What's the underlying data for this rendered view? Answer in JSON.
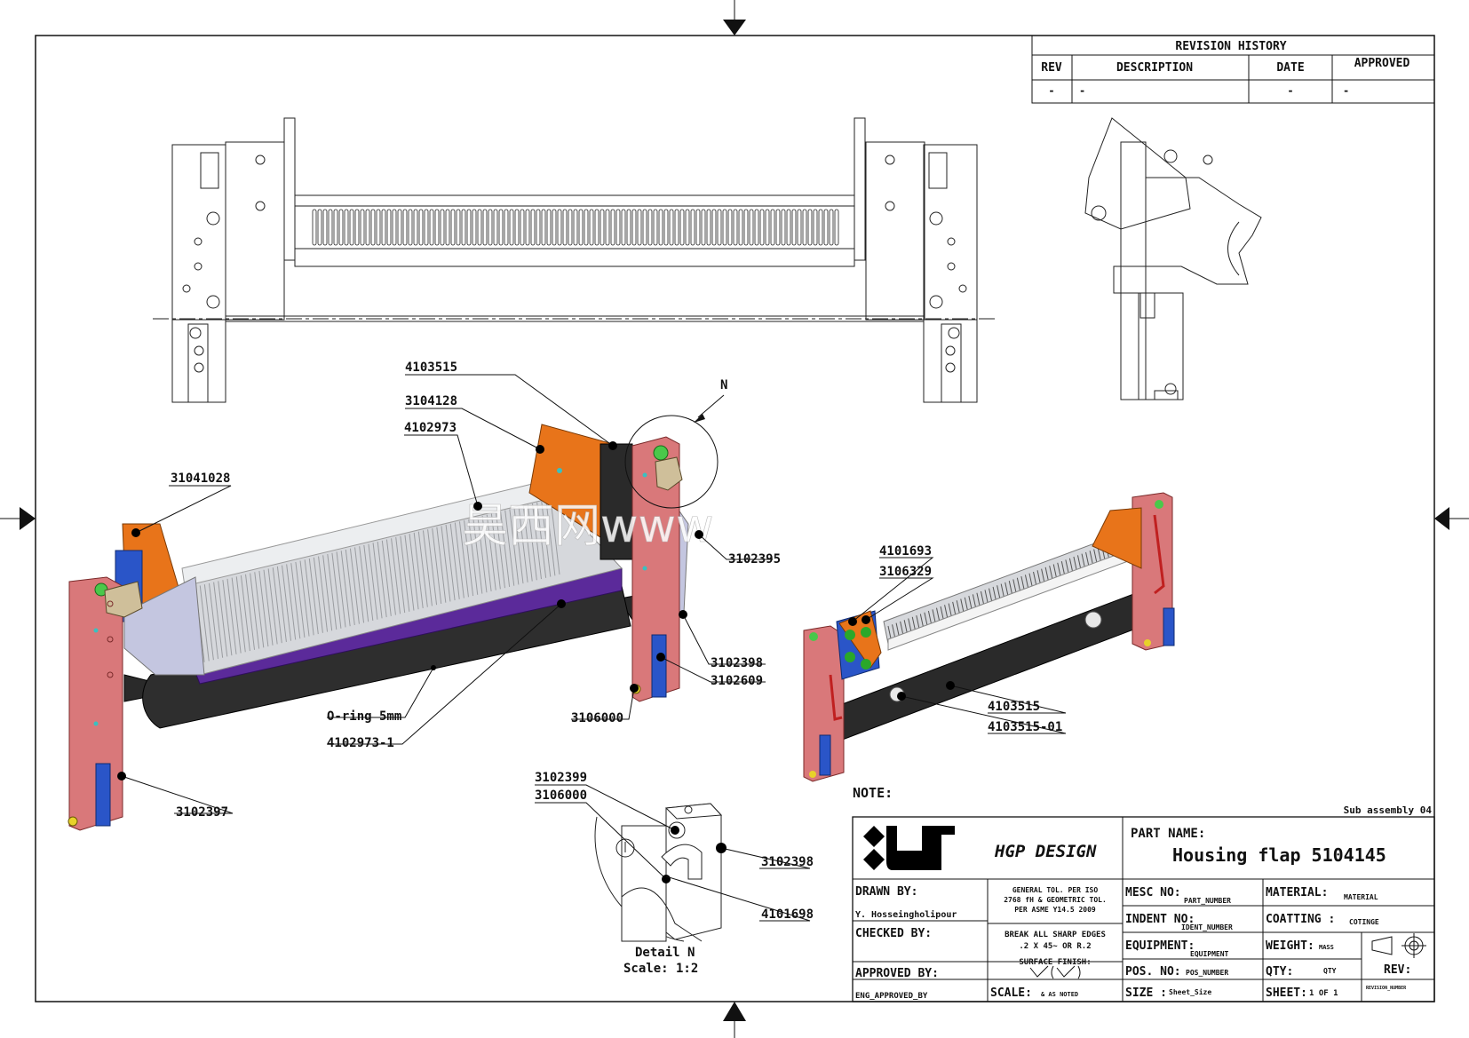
{
  "revision_history": {
    "title": "REVISION HISTORY",
    "headers": [
      "REV",
      "DESCRIPTION",
      "DATE",
      "APPROVED"
    ],
    "rows": [
      [
        "-",
        "-",
        "-",
        "-"
      ]
    ]
  },
  "callouts": {
    "main": [
      "4103515",
      "3104128",
      "4102973",
      "31041028",
      "3102395",
      "3102398",
      "3102609",
      "3106000",
      "O-ring 5mm",
      "4102973-1",
      "3102397"
    ],
    "detail_marker": "N",
    "iso": [
      "4101693",
      "3106329",
      "4103515",
      "4103515-01"
    ],
    "detail": [
      "3102399",
      "3106000",
      "3102398",
      "4101698"
    ]
  },
  "detail": {
    "title": "Detail N",
    "scale": "Scale:  1:2"
  },
  "watermark": "昊西网www",
  "note_label": "NOTE:",
  "sub_assembly": "Sub assembly 04",
  "title_block": {
    "company": "HGP DESIGN",
    "part_name_label": "PART NAME:",
    "part_name": "Housing flap 5104145",
    "drawn_by_label": "DRAWN BY:",
    "drawn_by": "Y. Hosseingholipour",
    "checked_by_label": "CHECKED BY:",
    "approved_by_label": "APPROVED BY:",
    "approved_by": "ENG_APPROVED_BY",
    "tol_line1": "GENERAL TOL. PER ISO",
    "tol_line2": "2768 fH & GEOMETRIC TOL.",
    "tol_line3": "PER ASME Y14.5 2009",
    "edges_line1": "BREAK ALL SHARP EDGES",
    "edges_line2": ".2 X 45~ OR R.2",
    "surface_finish_label": "SURFACE FINISH:",
    "scale_label": "SCALE:",
    "scale_value": "& AS NOTED",
    "mesc_label": "MESC NO:",
    "mesc_value": "PART_NUMBER",
    "indent_label": "INDENT NO:",
    "indent_value": "IDENT_NUMBER",
    "equipment_label": "EQUIPMENT:",
    "equipment_value": "EQUIPMENT",
    "pos_label": "POS. NO:",
    "pos_value": "POS_NUMBER",
    "size_label": "SIZE :",
    "size_value": "Sheet_Size",
    "material_label": "MATERIAL:",
    "material_value": "MATERIAL",
    "coatting_label": "COATTING :",
    "coatting_value": "COTINGE",
    "weight_label": "WEIGHT:",
    "weight_value": "MASS",
    "qty_label": "QTY:",
    "qty_value": "QTY",
    "sheet_label": "SHEET:",
    "sheet_value": "1 OF 1",
    "rev_label": "REV:",
    "rev_value": "REVISION_NUMBER"
  }
}
